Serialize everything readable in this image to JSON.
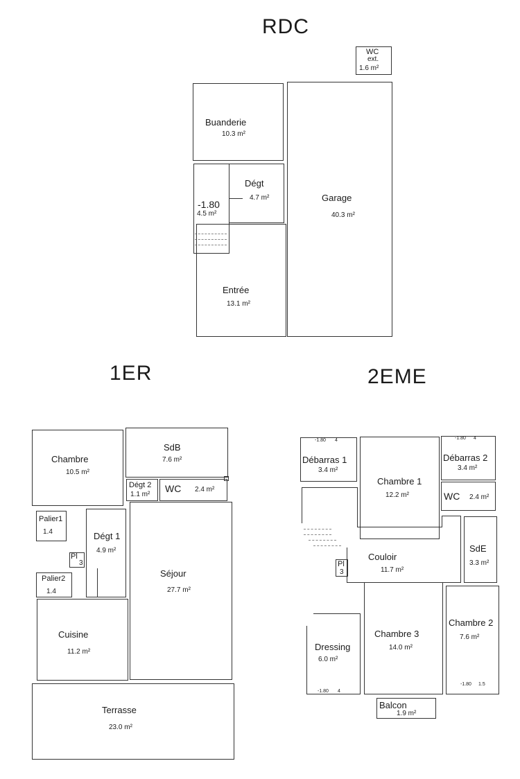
{
  "floors": {
    "rdc": {
      "title": "RDC",
      "wc_ext": {
        "line1": "WC",
        "line2": "ext.",
        "area": "1.6 m²"
      },
      "buanderie": {
        "name": "Buanderie",
        "area": "10.3 m²"
      },
      "degt": {
        "name": "Dégt",
        "area": "4.7 m²"
      },
      "stair": {
        "name": "-1.80",
        "area": "4.5 m²"
      },
      "entree": {
        "name": "Entrée",
        "area": "13.1 m²"
      },
      "garage": {
        "name": "Garage",
        "area": "40.3 m²"
      }
    },
    "first": {
      "title": "1ER",
      "chambre": {
        "name": "Chambre",
        "area": "10.5 m²"
      },
      "sdb": {
        "name": "SdB",
        "area": "7.6 m²"
      },
      "degt2": {
        "name": "Dégt 2",
        "area": "1.1 m²"
      },
      "wc": {
        "name": "WC",
        "area": "2.4 m²"
      },
      "palier1": {
        "name": "Palier1",
        "area": "1.4"
      },
      "degt1": {
        "name": "Dégt 1",
        "area": "4.9 m²"
      },
      "pl": {
        "name": "Pl",
        "area": "3"
      },
      "palier2": {
        "name": "Palier2",
        "area": "1.4"
      },
      "sejour": {
        "name": "Séjour",
        "area": "27.7 m²"
      },
      "cuisine": {
        "name": "Cuisine",
        "area": "11.2 m²"
      },
      "terrasse": {
        "name": "Terrasse",
        "area": "23.0 m²"
      }
    },
    "second": {
      "title": "2EME",
      "debarras1": {
        "name": "Débarras 1",
        "area": "3.4 m²",
        "h1": "-1.80",
        "h2": "4"
      },
      "chambre1": {
        "name": "Chambre 1",
        "area": "12.2 m²"
      },
      "debarras2": {
        "name": "Débarras 2",
        "area": "3.4 m²",
        "h1": "-1.80",
        "h2": "4"
      },
      "wc": {
        "name": "WC",
        "area": "2.4 m²"
      },
      "pl": {
        "name": "Pl",
        "area": "3"
      },
      "couloir": {
        "name": "Couloir",
        "area": "11.7 m²"
      },
      "sde": {
        "name": "SdE",
        "area": "3.3 m²"
      },
      "dressing": {
        "name": "Dressing",
        "area": "6.0 m²",
        "h1": "-1.80",
        "h2": "4"
      },
      "chambre3": {
        "name": "Chambre 3",
        "area": "14.0 m²"
      },
      "chambre2": {
        "name": "Chambre 2",
        "area": "7.6 m²",
        "h1": "-1.80",
        "h2": "1.5"
      },
      "balcon": {
        "name": "Balcon",
        "area": "1.9 m²"
      }
    }
  }
}
